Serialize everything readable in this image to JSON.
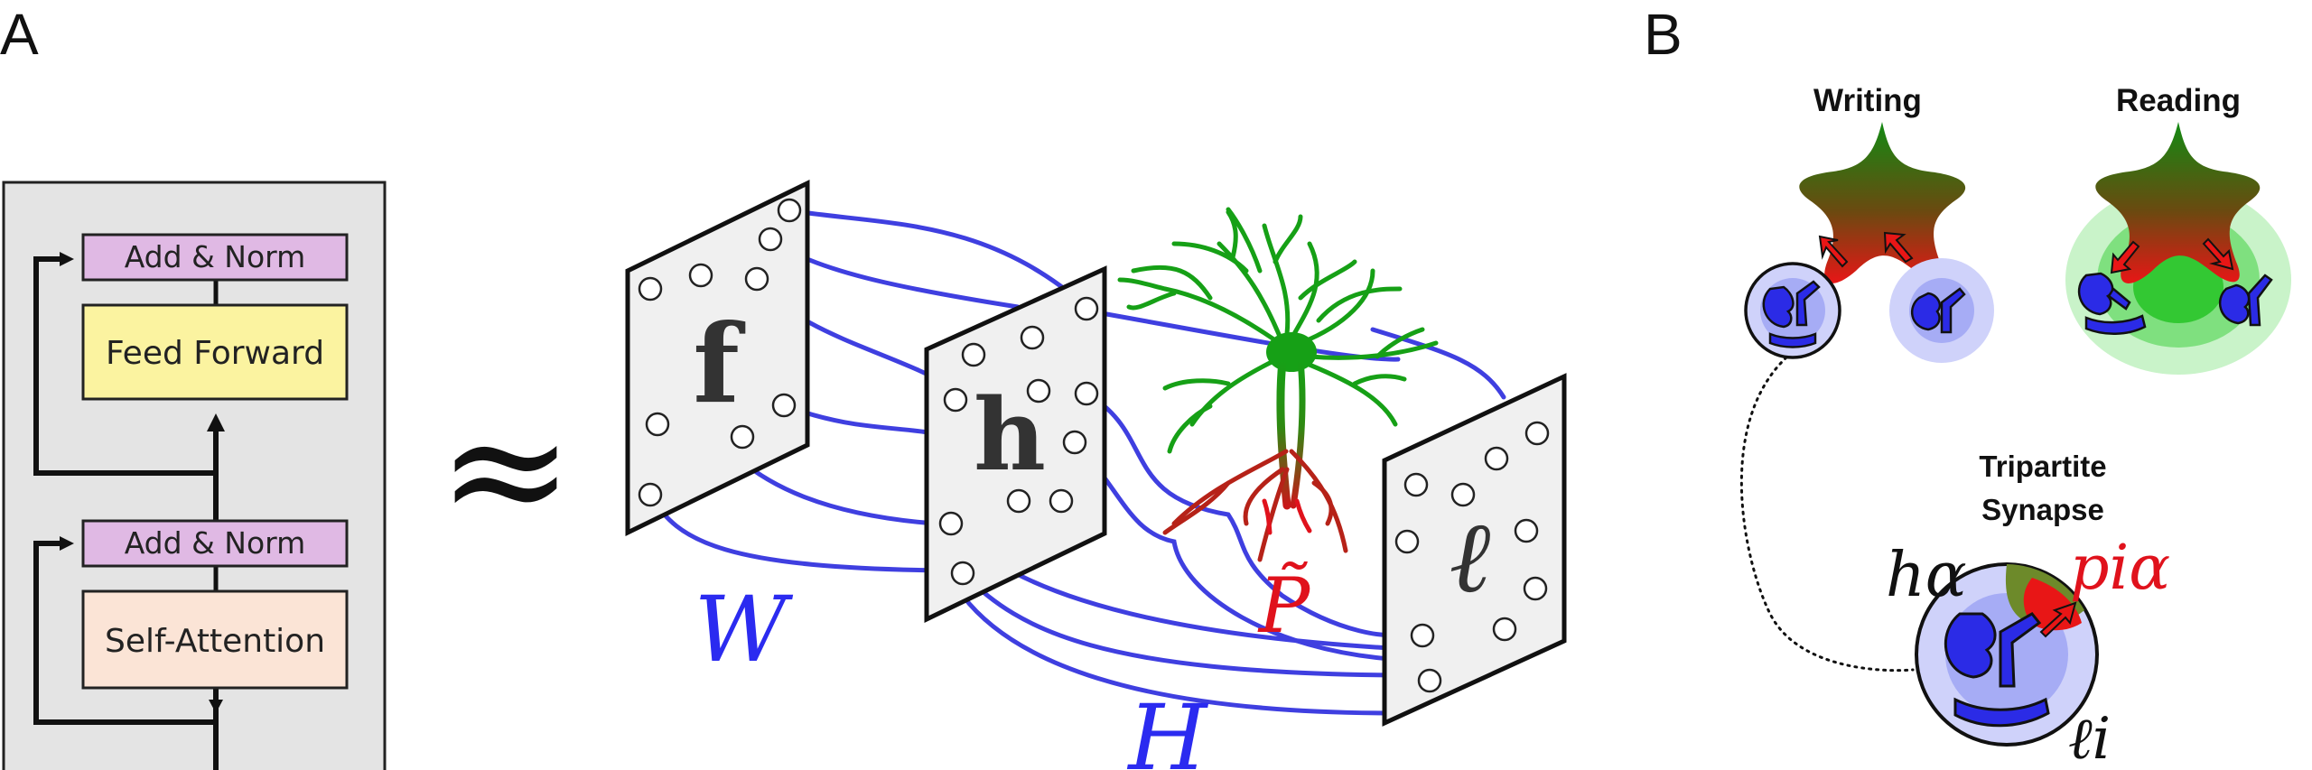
{
  "panel_a": {
    "letter": "A",
    "blocks": {
      "add_norm_top": "Add & Norm",
      "feed_forward": "Feed Forward",
      "add_norm_bottom": "Add & Norm",
      "self_attention": "Self-Attention"
    },
    "approx": "≈",
    "planes": {
      "f": "f",
      "h": "h",
      "l": "ℓ"
    },
    "weight_w": "W",
    "weight_h": "H",
    "p_tilde": "P̃"
  },
  "panel_b": {
    "letter": "B",
    "writing": "Writing",
    "reading": "Reading",
    "tripartite_line1": "Tripartite",
    "tripartite_line2": "Synapse",
    "h_alpha": "hα",
    "p_i_alpha": "piα",
    "l_i": "ℓi"
  },
  "colors": {
    "connection_blue": "#3f3fe0",
    "label_blue": "#2b2bf0",
    "label_red": "#e0121c",
    "astro_green": "#16a016",
    "astro_red": "#e0121c",
    "add_norm_fill": "#e0b9e4",
    "feed_forward_fill": "#fbf3a0",
    "self_attention_fill": "#fbe4d6",
    "block_bg": "#e4e4e4"
  }
}
